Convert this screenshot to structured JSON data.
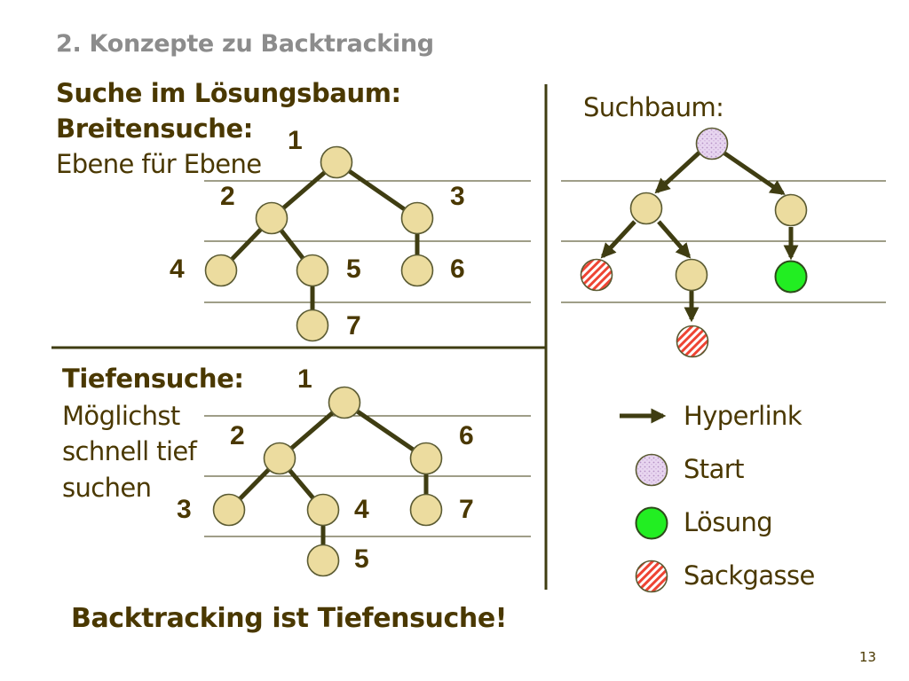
{
  "slide": {
    "header": "2. Konzepte zu Backtracking",
    "heading_main": "Suche im Lösungsbaum:",
    "heading_bfs": "Breitensuche:",
    "bfs_desc": "Ebene für Ebene",
    "heading_dfs": "Tiefensuche:",
    "dfs_desc_lines": [
      "Möglichst",
      "schnell tief",
      "suchen"
    ],
    "suchbaum_label": "Suchbaum:",
    "conclusion": "Backtracking ist Tiefensuche!",
    "page_number": "13"
  },
  "legend": {
    "hyperlink": "Hyperlink",
    "start": "Start",
    "solution": "Lösung",
    "deadend": "Sackgasse"
  },
  "trees": {
    "bfs": {
      "node_labels": [
        "1",
        "2",
        "3",
        "4",
        "5",
        "6",
        "7"
      ]
    },
    "dfs": {
      "node_labels": [
        "1",
        "2",
        "6",
        "3",
        "4",
        "7",
        "5"
      ]
    }
  },
  "colors": {
    "node_fill": "#ecdc9f",
    "node_stroke": "#5b5b33",
    "edge": "#3f3d12",
    "start_fill": "#e4cdee",
    "solution_fill": "#22ee22",
    "deadend_stripe": "#ee4433",
    "text_dark": "#4a3800",
    "header_gray": "#8c8c8c",
    "rule_line": "#3f3d12"
  }
}
